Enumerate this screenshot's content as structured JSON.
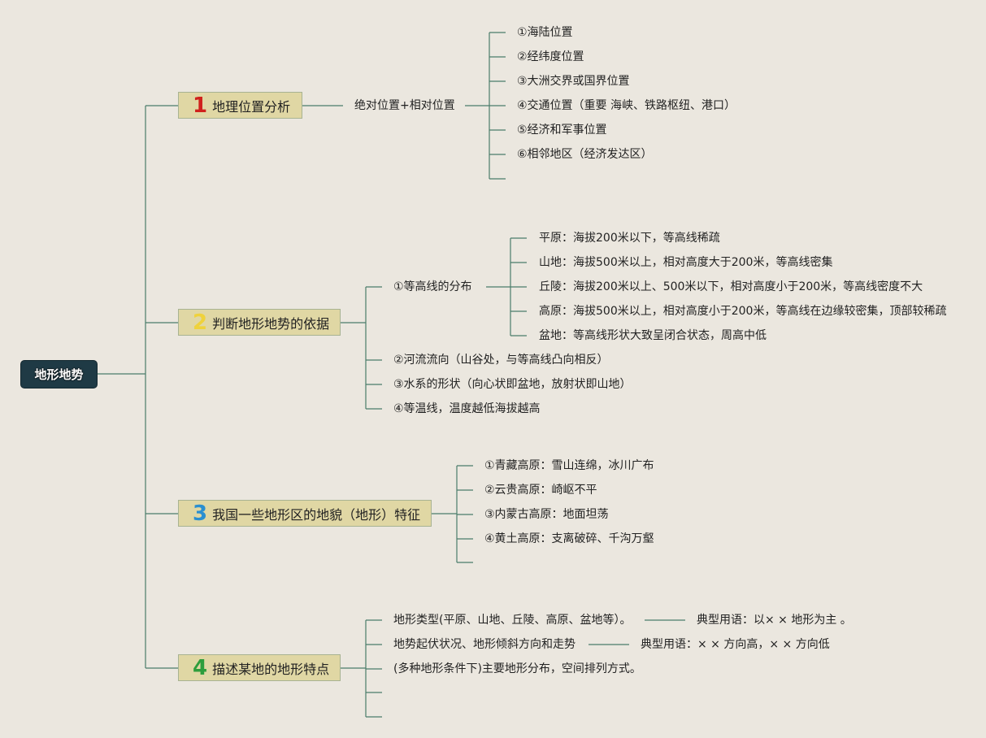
{
  "root": {
    "label": "地形地势"
  },
  "colors": {
    "background": "#ebe7df",
    "root_fill": "#1f3a45",
    "branch_fill": "#e0d7a4",
    "branch_border": "#a8b392",
    "line": "#4a7d6a",
    "num1": "#d0211c",
    "num2": "#efd23b",
    "num3": "#2a8fd0",
    "num4": "#2e9e3c"
  },
  "branch1": {
    "number": "1",
    "label": "地理位置分析",
    "sub": "绝对位置+相对位置",
    "items": [
      "①海陆位置",
      "②经纬度位置",
      "③大洲交界或国界位置",
      "④交通位置（重要 海峡、铁路枢纽、港口）",
      "⑤经济和军事位置",
      "⑥相邻地区（经济发达区）"
    ]
  },
  "branch2": {
    "number": "2",
    "label": "判断地形地势的依据",
    "first": "①等高线的分布",
    "first_items": [
      "平原：海拔200米以下，等高线稀疏",
      "山地：海拔500米以上，相对高度大于200米，等高线密集",
      "丘陵：海拔200米以上、500米以下，相对高度小于200米，等高线密度不大",
      "高原：海拔500米以上，相对高度小于200米，等高线在边缘较密集，顶部较稀疏",
      "盆地：等高线形状大致呈闭合状态，周高中低"
    ],
    "items": [
      "②河流流向（山谷处，与等高线凸向相反）",
      "③水系的形状（向心状即盆地，放射状即山地）",
      "④等温线，温度越低海拔越高"
    ]
  },
  "branch3": {
    "number": "3",
    "label": "我国一些地形区的地貌（地形）特征",
    "items": [
      "①青藏高原：雪山连绵，冰川广布",
      "②云贵高原：崎岖不平",
      "③内蒙古高原：地面坦荡",
      "④黄土高原：支离破碎、千沟万壑"
    ]
  },
  "branch4": {
    "number": "4",
    "label": "描述某地的地形特点",
    "items": [
      "地形类型(平原、山地、丘陵、高原、盆地等）。",
      "地势起伏状况、地形倾斜方向和走势",
      "(多种地形条件下)主要地形分布，空间排列方式。"
    ],
    "notes": [
      "典型用语：以× × 地形为主 。",
      "典型用语：× × 方向高，× × 方向低"
    ]
  }
}
